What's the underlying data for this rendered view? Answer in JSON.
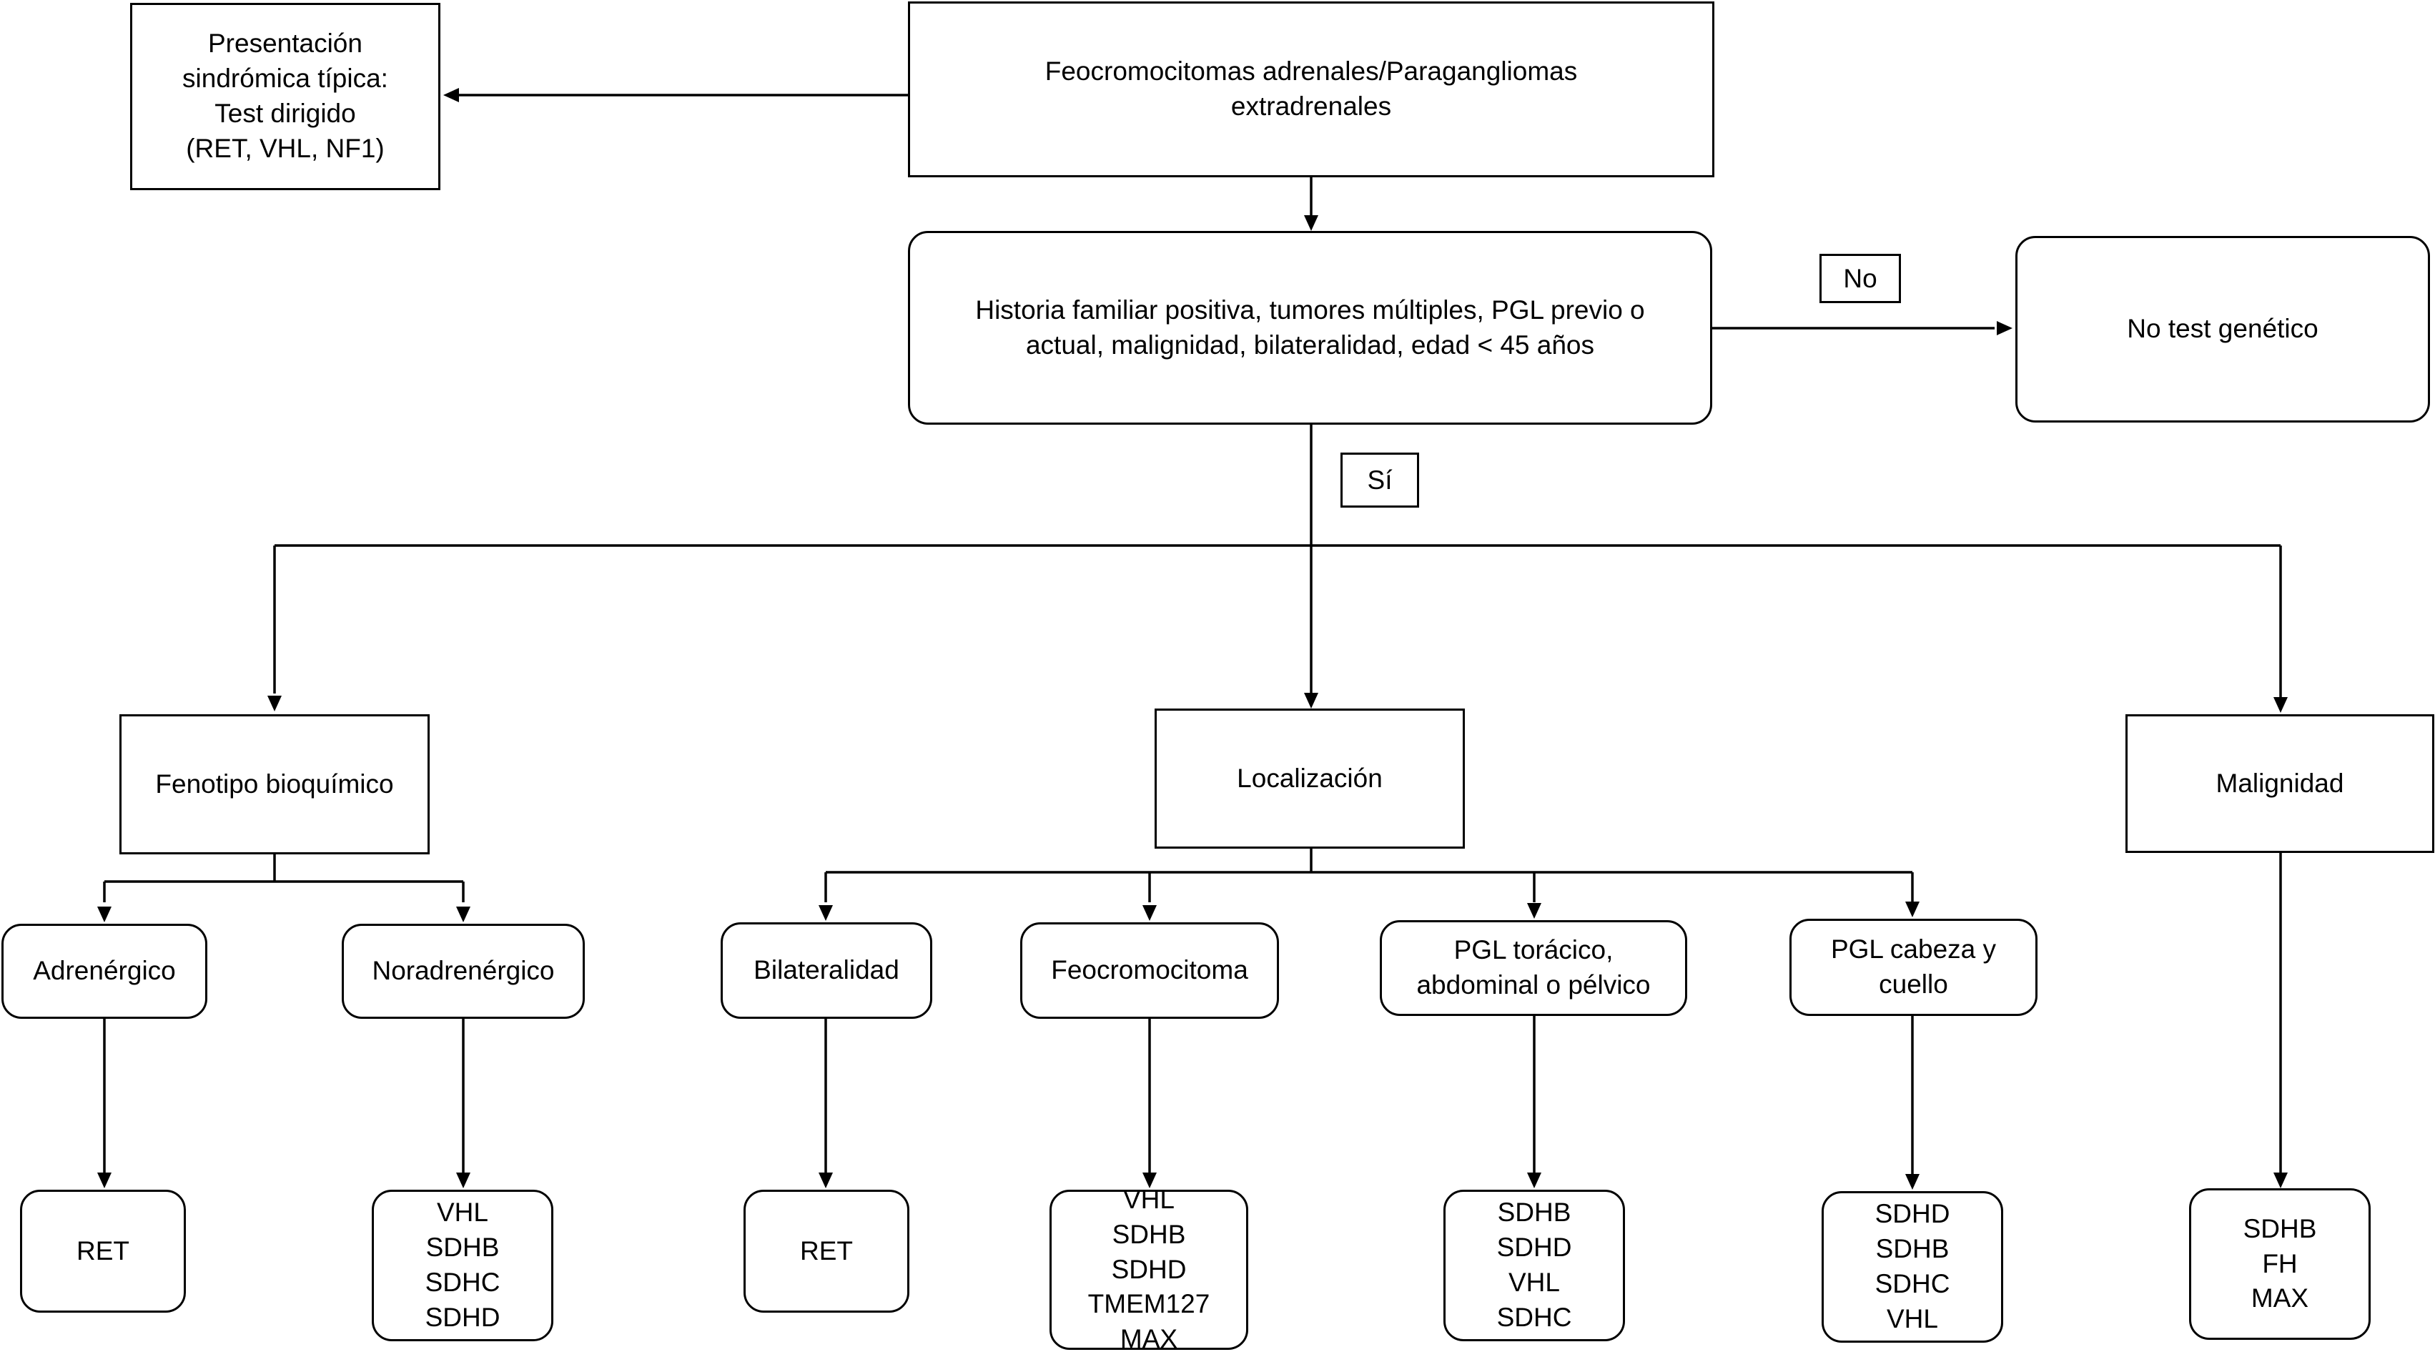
{
  "diagram": {
    "root": "Feocromocitomas adrenales/Paragangliomas\nextradrenales",
    "syndromic": "Presentación\nsindrómica típica:\nTest dirigido\n(RET, VHL, NF1)",
    "criteria": "Historia familiar positiva, tumores múltiples, PGL previo o\nactual, malignidad, bilateralidad, edad < 45 años",
    "no_label": "No",
    "no_test": "No test genético",
    "yes_label": "Sí",
    "categories": {
      "biochemical": "Fenotipo bioquímico",
      "location": "Localización",
      "malignancy": "Malignidad"
    },
    "subcategories": {
      "adrenergic": "Adrenérgico",
      "noradrenergic": "Noradrenérgico",
      "bilaterality": "Bilateralidad",
      "pheo": "Feocromocitoma",
      "pgl_thoracic": "PGL torácico,\nabdominal o pélvico",
      "pgl_head_neck": "PGL cabeza y\ncuello"
    },
    "genes": {
      "adrenergic": "RET",
      "noradrenergic": "VHL\nSDHB\nSDHC\nSDHD",
      "bilaterality": "RET",
      "pheo": "VHL\nSDHB\nSDHD\nTMEM127\nMAX",
      "pgl_thoracic": "SDHB\nSDHD\nVHL\nSDHC",
      "pgl_head_neck": "SDHD\nSDHB\nSDHC\nVHL",
      "malignancy": "SDHB\nFH\nMAX"
    }
  }
}
